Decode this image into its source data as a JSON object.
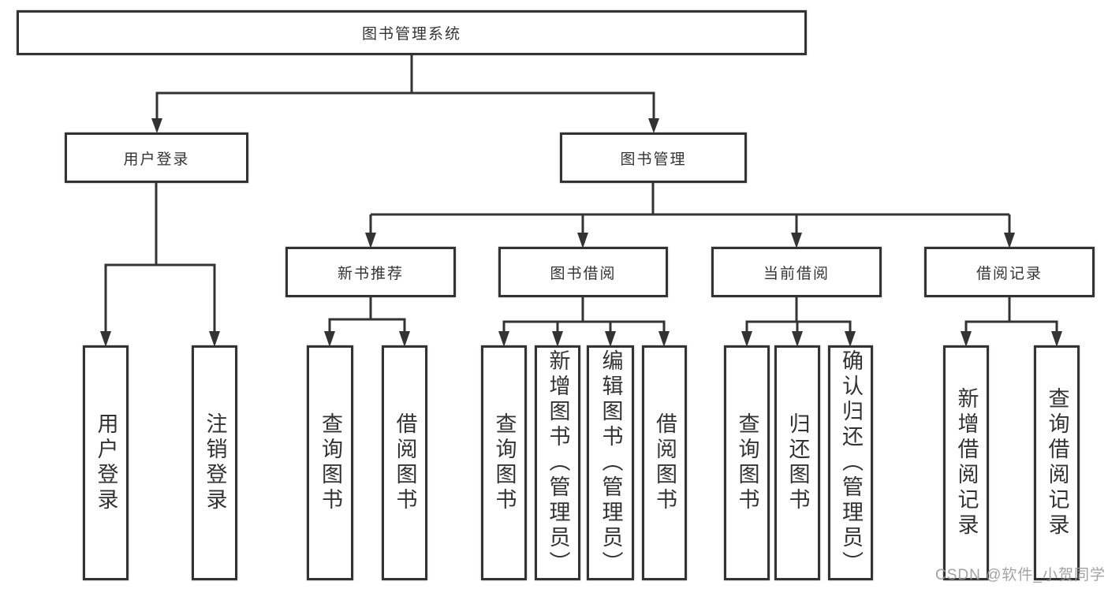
{
  "colors": {
    "line": "#333333",
    "box_background": "#ffffff",
    "text": "#333333",
    "watermark_gray": "#9b9b9b"
  },
  "watermark": "CSDN @软件_小贺同学",
  "tree": {
    "label": "图书管理系统",
    "children": [
      {
        "label": "用户登录",
        "children": [
          {
            "label": "用户登录"
          },
          {
            "label": "注销登录"
          }
        ]
      },
      {
        "label": "图书管理",
        "children": [
          {
            "label": "新书推荐",
            "children": [
              {
                "label": "查询图书"
              },
              {
                "label": "借阅图书"
              }
            ]
          },
          {
            "label": "图书借阅",
            "children": [
              {
                "label": "查询图书"
              },
              {
                "label": "新增图书（管理员）"
              },
              {
                "label": "编辑图书（管理员）"
              },
              {
                "label": "借阅图书"
              }
            ]
          },
          {
            "label": "当前借阅",
            "children": [
              {
                "label": "查询图书"
              },
              {
                "label": "归还图书"
              },
              {
                "label": "确认归还（管理员）"
              }
            ]
          },
          {
            "label": "借阅记录",
            "children": [
              {
                "label": "新增借阅记录"
              },
              {
                "label": "查询借阅记录"
              }
            ]
          }
        ]
      }
    ]
  }
}
